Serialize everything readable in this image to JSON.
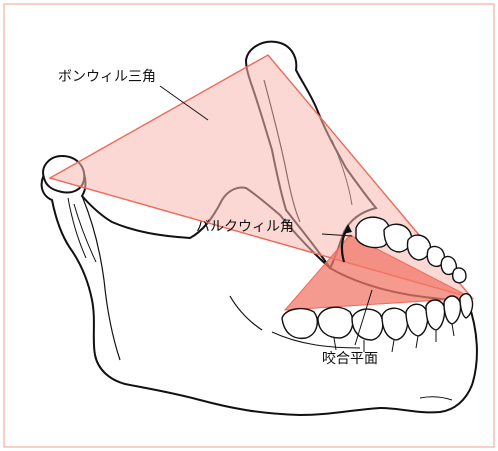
{
  "labels": {
    "bonwill_triangle": "ボンウィル三角",
    "balkwill_angle": "バルクウィル角",
    "occlusal_plane": "咬合平面"
  },
  "colors": {
    "frame_border": "#f0a090",
    "triangle_stroke": "#ee6a5a",
    "triangle_fill": "#f8b8b0",
    "plane_fill": "#f07868",
    "bone_outline": "#111111"
  }
}
